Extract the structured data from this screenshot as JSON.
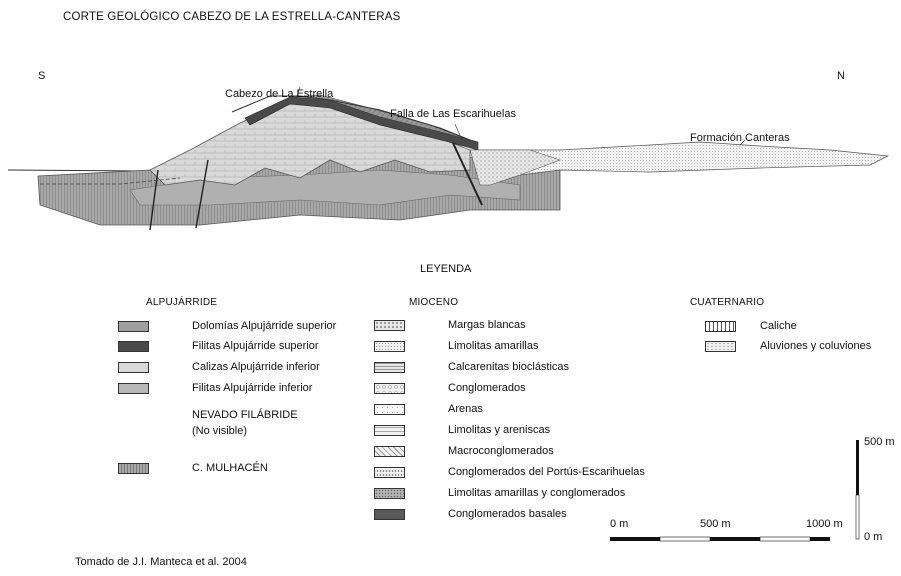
{
  "title": "CORTE GEOLÓGICO CABEZO DE LA ESTRELLA-CANTERAS",
  "orientation": {
    "south": "S",
    "north": "N"
  },
  "section_labels": {
    "cabezo": "Cabezo de La Estrella",
    "falla": "Falla de Las Escarihuelas",
    "formacion": "Formación Canteras"
  },
  "legend_title": "LEYENDA",
  "groups": {
    "alpujarride": {
      "heading": "ALPUJÁRRIDE",
      "items": [
        {
          "label": "Dolomías Alpujárride superior",
          "pattern": "dolomias"
        },
        {
          "label": "Filitas Alpujárride superior",
          "pattern": "filitas-sup"
        },
        {
          "label": "Calizas Alpujárride inferior",
          "pattern": "calizas"
        },
        {
          "label": "Filitas Alpujárride inferior",
          "pattern": "filitas-inf"
        }
      ],
      "nevado": "NEVADO FILÁBRIDE",
      "nevado_note": "(No visible)",
      "mulhacen": {
        "label": "C. MULHACÉN",
        "pattern": "mulhacen"
      }
    },
    "mioceno": {
      "heading": "MIOCENO",
      "items": [
        {
          "label": "Margas blancas",
          "pattern": "dots"
        },
        {
          "label": "Limolitas amarillas",
          "pattern": "fine-dots"
        },
        {
          "label": "Calcarenitas bioclásticas",
          "pattern": "hlines"
        },
        {
          "label": "Conglomerados",
          "pattern": "circles"
        },
        {
          "label": "Arenas",
          "pattern": "sparse-dots"
        },
        {
          "label": "Limolitas y areniscas",
          "pattern": "lines-dots"
        },
        {
          "label": "Macroconglomerados",
          "pattern": "dashes"
        },
        {
          "label": "Conglomerados del Portús-Escarihuelas",
          "pattern": "speckle"
        },
        {
          "label": "Limolitas amarillas y conglomerados",
          "pattern": "grey-dots"
        },
        {
          "label": "Conglomerados basales",
          "pattern": "dark-grey"
        }
      ]
    },
    "cuaternario": {
      "heading": "CUATERNARIO",
      "items": [
        {
          "label": "Caliche",
          "pattern": "vlines"
        },
        {
          "label": "Aluviones y coluviones",
          "pattern": "diag-dots"
        }
      ]
    }
  },
  "scale": {
    "h_labels": [
      "0 m",
      "500 m",
      "1000 m"
    ],
    "v_top": "500 m",
    "v_bottom": "0 m"
  },
  "source": "Tomado de J.I. Manteca et al.   2004"
}
